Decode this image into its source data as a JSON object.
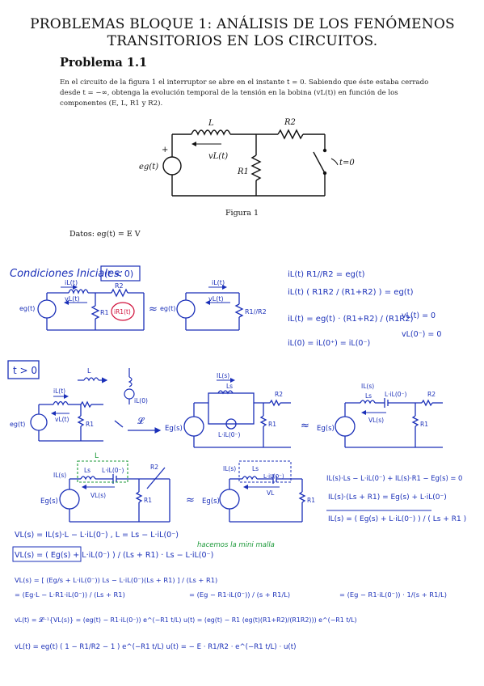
{
  "document": {
    "title_line1": "PROBLEMAS BLOQUE 1: ANÁLISIS DE LOS FENÓMENOS",
    "title_line2": "TRANSITORIOS EN LOS CIRCUITOS.",
    "problem_heading": "Problema 1.1",
    "statement": "En el circuito de la figura 1 el interruptor se abre en el instante t = 0. Sabiendo que éste estaba cerrado desde t = −∞, obtenga la evolución temporal de la tensión en la bobina (vL(t)) en función de los componentes (E, L, R1 y R2).",
    "figure_caption": "Figura 1",
    "datos": "Datos: eg(t) = E V"
  },
  "figure1": {
    "L": "L",
    "R2": "R2",
    "R1": "R1",
    "vL": "vL(t)",
    "source": "eg(t)",
    "switch": "t=0",
    "plus": "+"
  },
  "handwritten": {
    "ci_heading": "Condiciones Iniciales:",
    "ci_box": "(t < 0)",
    "c1_il": "iL(t)",
    "c1_vl": "vL(t)",
    "c1_r1": "R1",
    "c1_r2": "R2",
    "c1_ir1": "iR1(t)",
    "c1_src": "eg(t)",
    "sim": "≈",
    "c2_il": "iL(t)",
    "c2_vl": "vL(t)",
    "c2_r": "R1//R2",
    "c2_src": "eg(t)",
    "eq1": "iL(t) R1//R2 = eg(t)",
    "eq2": "iL(t) ( R1R2 / (R1+R2) ) = eg(t)",
    "eq3": "iL(t) = eg(t) · (R1+R2) / (R1R2)",
    "eq4": "vL(t) = 0",
    "eq5": "vL(0⁻) = 0",
    "eq6": "iL(0) = iL(0⁺) = iL(0⁻)",
    "t_box": "t > 0",
    "ind_label": "L",
    "ind_model": "iL(0)",
    "laplace_op": "𝓛",
    "s1_il": "iL(t)",
    "s1_vl": "vL(t)",
    "s1_src": "eg(t)",
    "s1_r1": "R1",
    "s2_I": "IL(s)",
    "s2_Ls": "Ls",
    "s2_Li": "L·iL(0⁻)",
    "s2_r2": "R2",
    "s2_r1": "R1",
    "s2_src": "Eg(s)",
    "s3_I": "IL(s)",
    "s3_Ls": "Ls",
    "s3_Li": "L·iL(0⁻)",
    "s3_vl": "VL(s)",
    "s3_r2": "R2",
    "s3_r1": "R1",
    "s3_src": "Eg(s)",
    "green_L": "L",
    "s4_I": "IL(s)",
    "s4_Ls": "Ls",
    "s4_Li": "L·iL(0⁻)",
    "s4_vl": "VL(s)",
    "s4_r2": "R2",
    "s4_r1": "R1",
    "s4_src": "Eg(s)",
    "s5_I": "IL(s)",
    "s5_Ls": "Ls",
    "s5_Li": "L·iL(0⁻)",
    "s5_vl": "VL",
    "s5_r1": "R1",
    "s5_src": "Eg(s)",
    "k1": "IL(s)·Ls − L·iL(0⁻) + IL(s)·R1 − Eg(s) = 0",
    "k2": "IL(s)·(Ls + R1) = Eg(s) + L·iL(0⁻)",
    "k3": "IL(s) = ( Eg(s) + L·iL(0⁻) ) / ( Ls + R1 )",
    "green_note": "hacemos la mini malla",
    "v1": "VL(s) = IL(s)·L − L·iL(0⁻) ,  L = Ls − L·iL(0⁻)",
    "v2": "VL(s) = ( Eg(s) + L·iL(0⁻) ) / (Ls + R1) · Ls − L·iL(0⁻)",
    "v3a": "VL(s) = [ (Eg/s + L·iL(0⁻)) Ls − L·iL(0⁻)(Ls + R1) ] / (Ls + R1)",
    "v3b": "= (Eg·L − L·R1·iL(0⁻)) / (Ls + R1)",
    "v3c": "= (Eg − R1·iL(0⁻)) / (s + R1/L)",
    "v3d": "= (Eg − R1·iL(0⁻)) · 1/(s + R1/L)",
    "v4": "vL(t) = 𝓛⁻¹{VL(s)} = (eg(t) − R1·iL(0⁻)) e^(−R1 t/L) u(t) = (eg(t) − R1 (eg(t)(R1+R2)/(R1R2))) e^(−R1 t/L)",
    "v5": "vL(t) = eg(t) ( 1 − R1/R2 − 1 ) e^(−R1 t/L) u(t) = − E · R1/R2 · e^(−R1 t/L) · u(t)"
  },
  "colors": {
    "ink_blue": "#1a2fb8",
    "ink_red": "#d0103a",
    "ink_green": "#1d9a3a"
  }
}
